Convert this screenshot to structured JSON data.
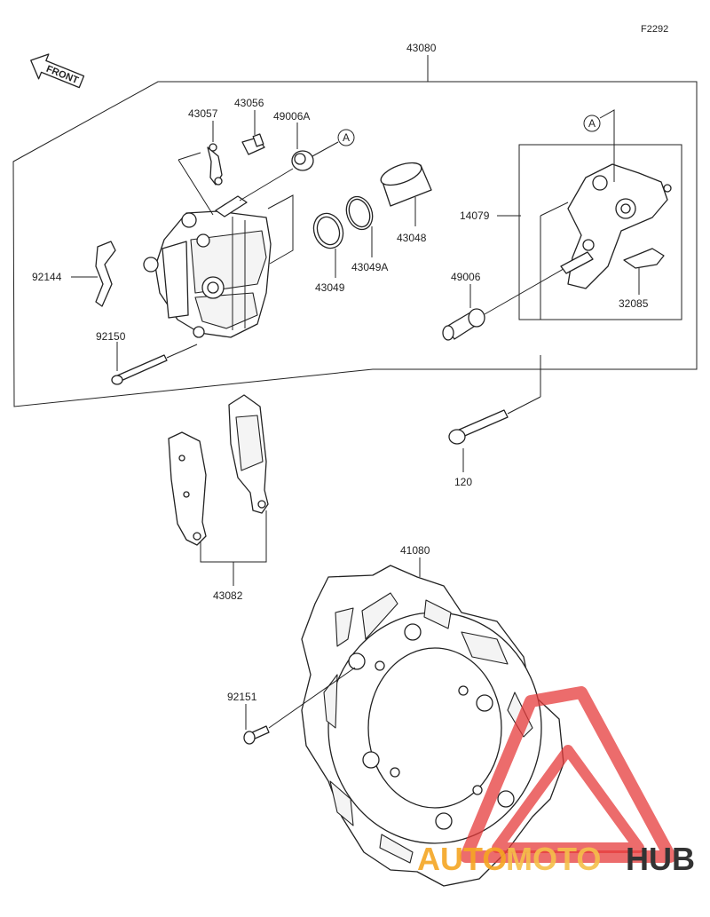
{
  "figure_code": "F2292",
  "front_label": "FRONT",
  "callout_marker": "A",
  "parts": {
    "caliper_assembly": "43080",
    "bleeder_cap": "43057",
    "bleeder_valve": "43056",
    "boot_a": "49006A",
    "piston": "43048",
    "piston_seal_a": "43049A",
    "piston_seal": "43049",
    "pad_spring": "92144",
    "pin": "92150",
    "bracket": "14079",
    "boot": "49006",
    "pad_retainer": "32085",
    "bolt": "120",
    "pads": "43082",
    "disc": "41080",
    "disc_bolt": "92151"
  },
  "watermark": {
    "word1": "AUTO",
    "word2": "MOTO",
    "word3": "HUB",
    "colors": {
      "auto": "#f5a623",
      "moto": "#f5c04a",
      "hub": "#333333",
      "triangle": "#e63b3b"
    }
  }
}
